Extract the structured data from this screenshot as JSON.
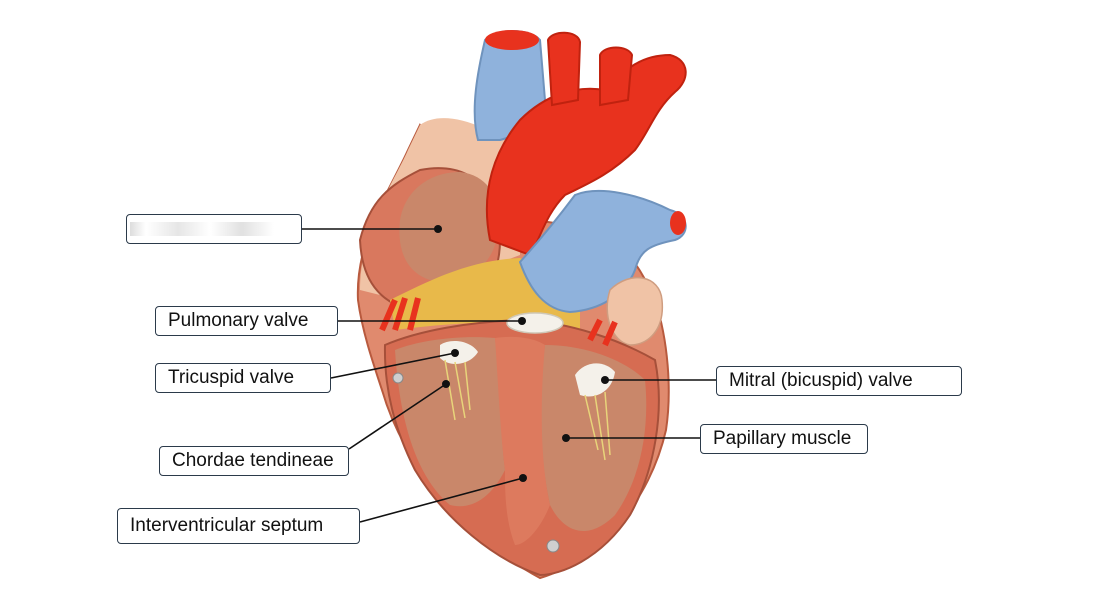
{
  "diagram": {
    "labels": [
      {
        "id": "right-atrium",
        "text": ""
      },
      {
        "id": "pulmonary-valve",
        "text": "Pulmonary valve"
      },
      {
        "id": "tricuspid-valve",
        "text": "Tricuspid valve"
      },
      {
        "id": "chordae-tendineae",
        "text": "Chordae tendineae"
      },
      {
        "id": "interventricular-septum",
        "text": "Interventricular septum"
      },
      {
        "id": "mitral-valve",
        "text": "Mitral (bicuspid) valve"
      },
      {
        "id": "papillary-muscle",
        "text": "Papillary muscle"
      }
    ],
    "colors": {
      "vein_blue": "#8fb2dc",
      "artery_red": "#e8321e",
      "myocardium": "#d9785e",
      "pericardium_tan": "#f0c3a6",
      "fat_yellow": "#e8b94a",
      "valve_white": "#f4f1ea",
      "label_border": "#2b3a4a",
      "leader_line": "#111111"
    }
  }
}
